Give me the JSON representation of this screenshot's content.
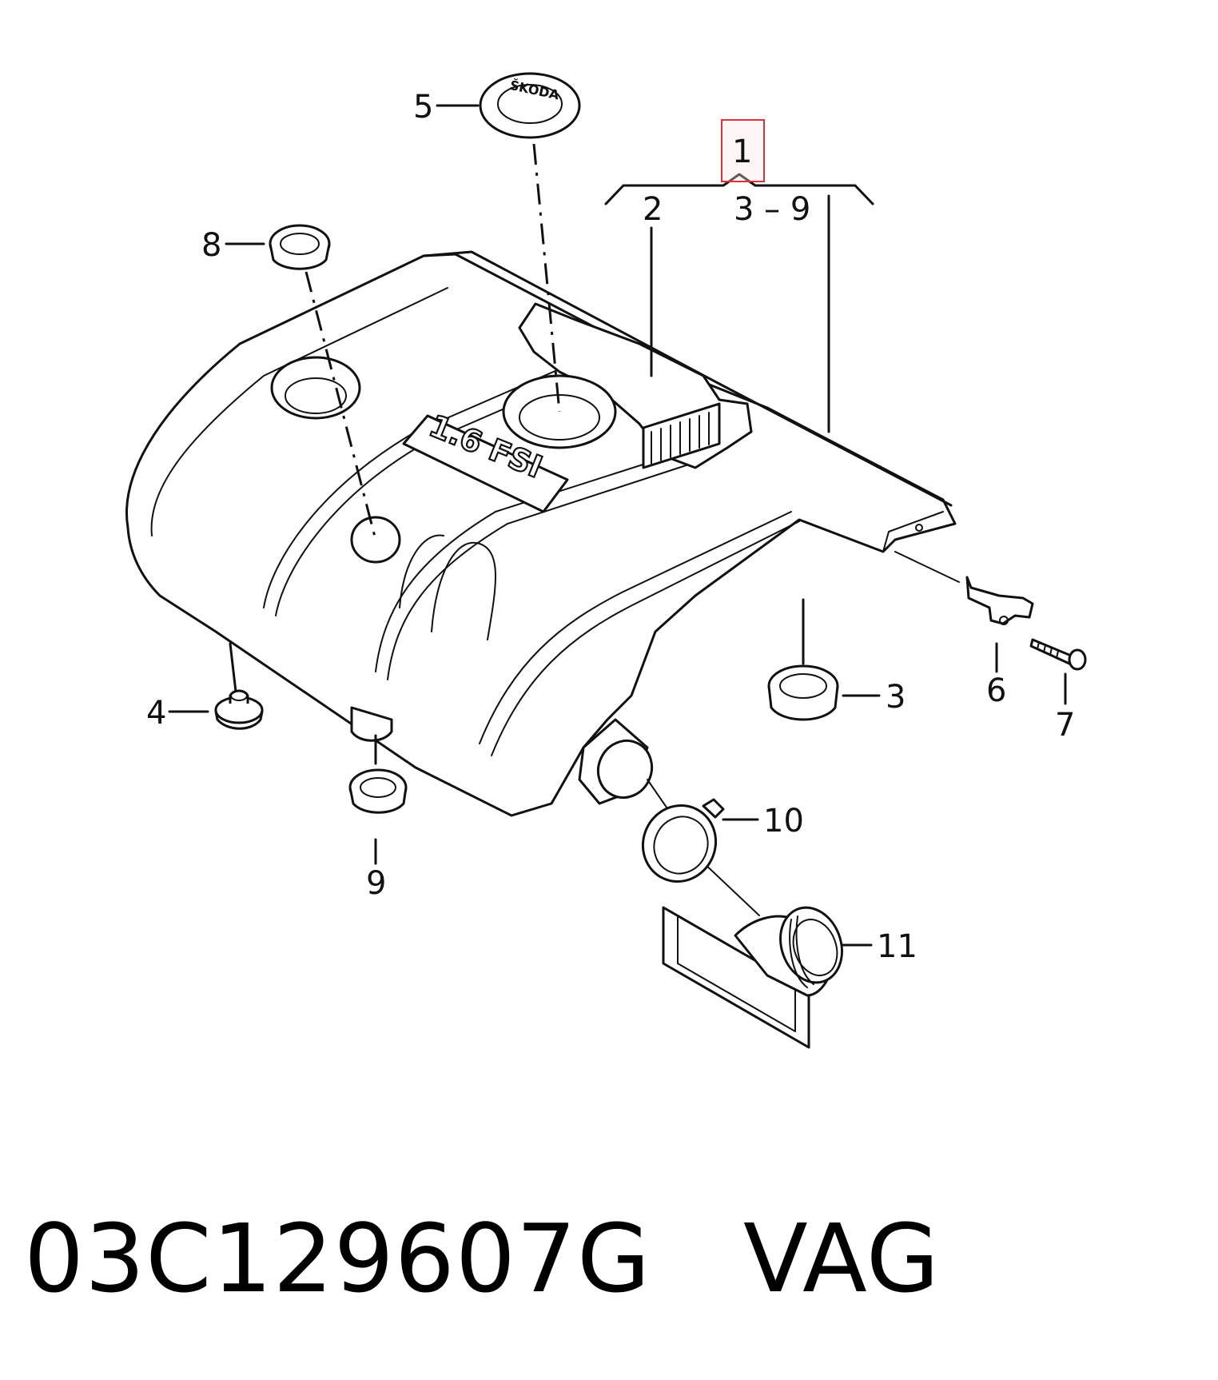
{
  "diagram": {
    "callouts": {
      "c1": "1",
      "c2": "2",
      "c3_9": "3 – 9",
      "c3": "3",
      "c4": "4",
      "c5": "5",
      "c6": "6",
      "c7": "7",
      "c8": "8",
      "c9": "9",
      "c10": "10",
      "c11": "11"
    },
    "embossed_text": "1.6  FSI",
    "emblem_text": "ŠKODA",
    "highlight_color": "#e0303a"
  },
  "caption": "03C129607G   VAG"
}
